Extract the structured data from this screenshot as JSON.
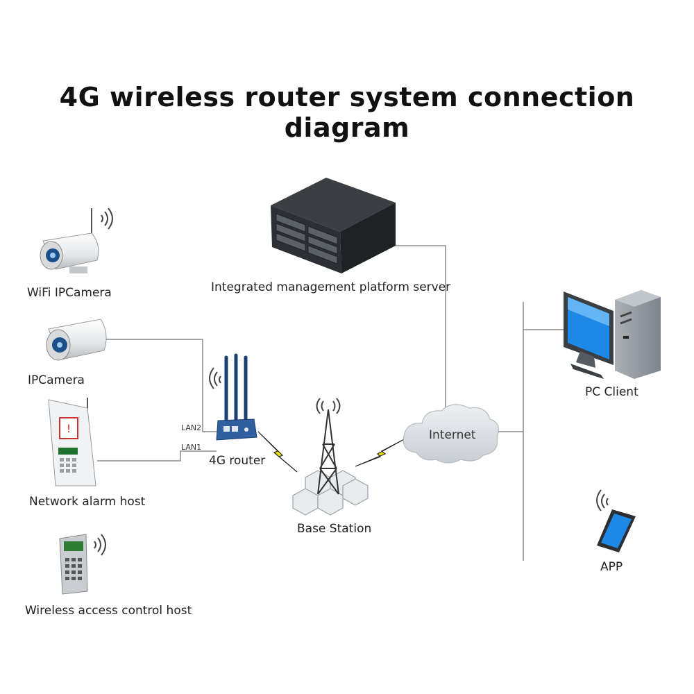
{
  "title": "4G wireless router system connection diagram",
  "nodes": {
    "wifi_ipcamera": "WiFi IPCamera",
    "ipcamera": "IPCamera",
    "network_alarm_host": "Network alarm host",
    "wireless_access_control_host": "Wireless access control host",
    "router": "4G router",
    "server": "Integrated management platform server",
    "base_station": "Base Station",
    "internet": "Internet",
    "pc_client": "PC Client",
    "app": "APP"
  },
  "ports": {
    "lan2": "LAN2",
    "lan1": "LAN1"
  },
  "colors": {
    "line": "#8a8a8a",
    "router_blue": "#2f5f9e",
    "cloud": "#d9dde2",
    "bolt": "#f2e200",
    "screen_blue": "#1e88e5"
  }
}
